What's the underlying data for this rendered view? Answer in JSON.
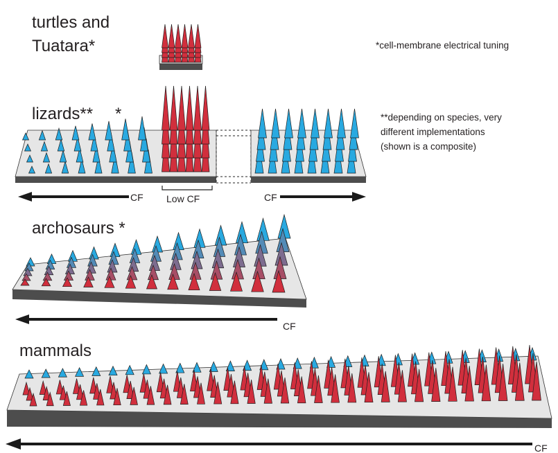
{
  "groups": {
    "turtles": {
      "label_line1": "turtles and",
      "label_line2": "Tuatara*"
    },
    "lizards": {
      "label": "lizards**",
      "star": "*"
    },
    "archosaurs": {
      "label": "archosaurs *"
    },
    "mammals": {
      "label": "mammals"
    }
  },
  "notes": {
    "tuning": "*cell-membrane electrical tuning",
    "species_line1": "**depending on species, very",
    "species_line2": "different implementations",
    "species_line3": "(shown is a composite)"
  },
  "axis": {
    "cf": "CF",
    "low_cf": "Low CF"
  },
  "colors": {
    "high_cf_hair": "#29a9e0",
    "low_cf_hair": "#d12f3d",
    "papilla_top": "#e6e6e6",
    "papilla_side": "#4d4d4d",
    "arrow": "#1a1a1a"
  }
}
